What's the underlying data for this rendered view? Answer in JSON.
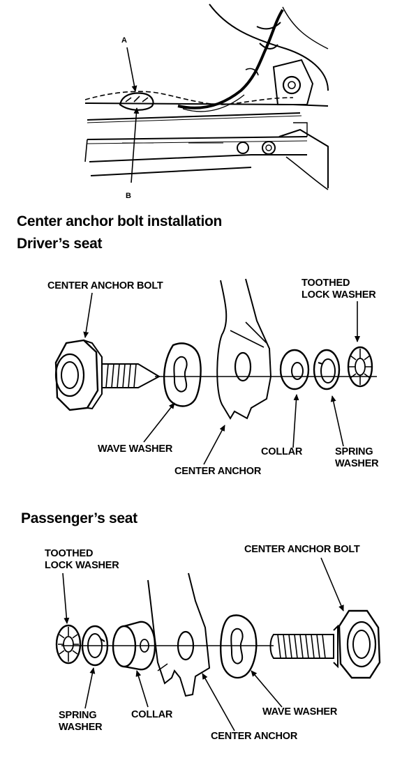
{
  "top_figure": {
    "callout_a": "A",
    "callout_b": "B"
  },
  "section": {
    "title": "Center anchor bolt installation"
  },
  "driver": {
    "heading": "Driver’s seat",
    "labels": {
      "center_anchor_bolt": "CENTER ANCHOR BOLT",
      "toothed_lock_washer": "TOOTHED\nLOCK WASHER",
      "wave_washer": "WAVE WASHER",
      "collar": "COLLAR",
      "spring_washer": "SPRING\nWASHER",
      "center_anchor": "CENTER ANCHOR"
    }
  },
  "passenger": {
    "heading": "Passenger’s seat",
    "labels": {
      "toothed_lock_washer": "TOOTHED\nLOCK WASHER",
      "center_anchor_bolt": "CENTER ANCHOR BOLT",
      "spring_washer": "SPRING\nWASHER",
      "collar": "COLLAR",
      "wave_washer": "WAVE WASHER",
      "center_anchor": "CENTER ANCHOR"
    }
  }
}
